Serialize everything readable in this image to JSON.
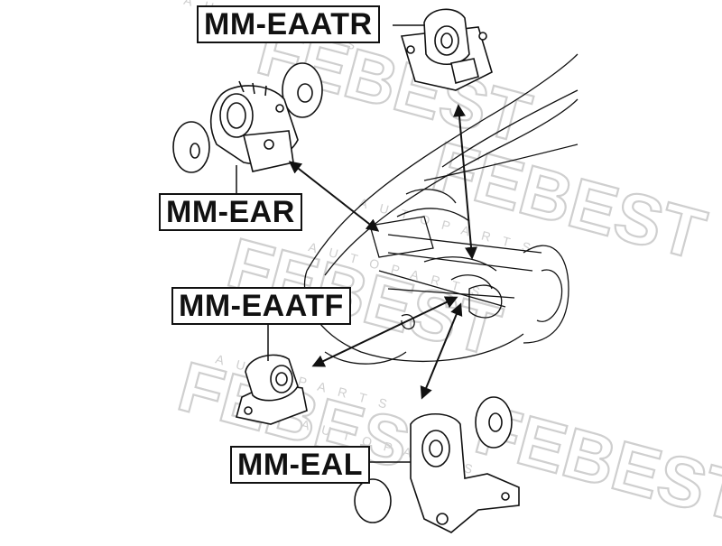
{
  "labels": {
    "top_right_mount": "MM-EAATR",
    "upper_left_mount": "MM-EAR",
    "front_mount": "MM-EAATF",
    "lower_left_mount": "MM-EAL"
  },
  "watermark": {
    "brand": "FEBEST",
    "tagline": "AUTOPARTS"
  },
  "colors": {
    "line": "#111111",
    "watermark": "#cfcfcf",
    "background": "#ffffff"
  }
}
